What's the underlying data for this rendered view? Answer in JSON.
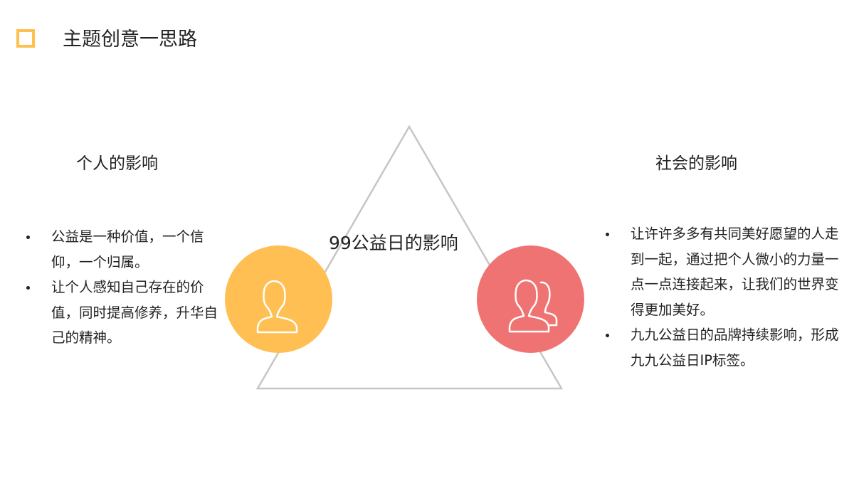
{
  "header": {
    "title": "主题创意一思路",
    "accent_color": "#ffc04e"
  },
  "diagram": {
    "center_label": "99公益日的影响",
    "triangle_color": "#c8c8c8",
    "left_node": {
      "icon": "user-icon",
      "color": "#ffbf53"
    },
    "right_node": {
      "icon": "users-group-icon",
      "color": "#ef7373"
    }
  },
  "left_section": {
    "heading": "个人的影响",
    "bullets": [
      "公益是一种价值，一个信仰，一个归属。",
      "让个人感知自己存在的价值，同时提高修养，升华自己的精神。"
    ]
  },
  "right_section": {
    "heading": "社会的影响",
    "bullets": [
      "让许许多多有共同美好愿望的人走到一起，通过把个人微小的力量一点一点连接起来，让我们的世界变得更加美好。",
      "九九公益日的品牌持续影响，形成九九公益日IP标签。"
    ]
  }
}
